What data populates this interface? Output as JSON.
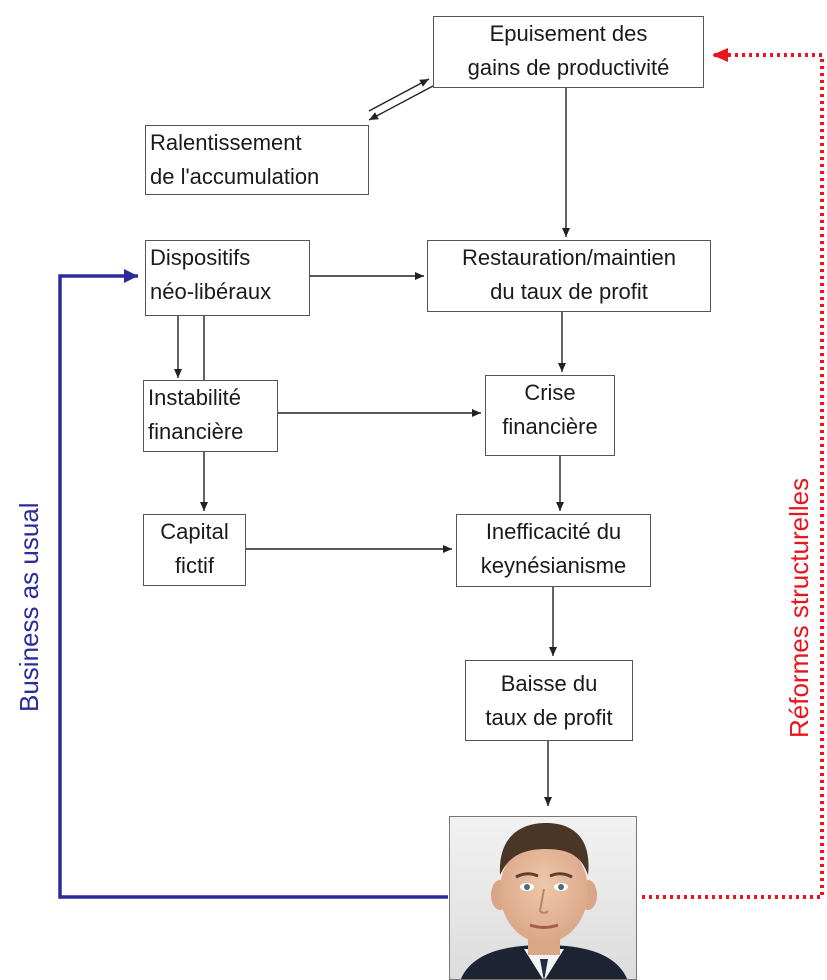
{
  "nodes": {
    "epuisement": [
      "Epuisement des",
      "gains de productivité"
    ],
    "ralentissement": [
      "Ralentissement",
      "de l'accumulation"
    ],
    "dispositifs": [
      "Dispositifs",
      "néo-libéraux"
    ],
    "restauration": [
      "Restauration/maintien",
      "du taux de profit"
    ],
    "instabilite": [
      "Instabilité",
      "financière"
    ],
    "crise": [
      "Crise",
      "financière"
    ],
    "capital": [
      "Capital",
      "fictif"
    ],
    "inefficacite": [
      "Inefficacité du",
      "keynésianisme"
    ],
    "baisse": [
      "Baisse du",
      "taux de profit"
    ]
  },
  "labels": {
    "business_as_usual": "Business as usual",
    "reformes_structurelles": "Réformes structurelles"
  },
  "colors": {
    "node_border": "#555555",
    "arrow": "#222222",
    "business_as_usual": "#2b2b9a",
    "reformes_structurelles": "#e8141e"
  },
  "portrait": {
    "description_icon": "person-portrait-icon"
  }
}
